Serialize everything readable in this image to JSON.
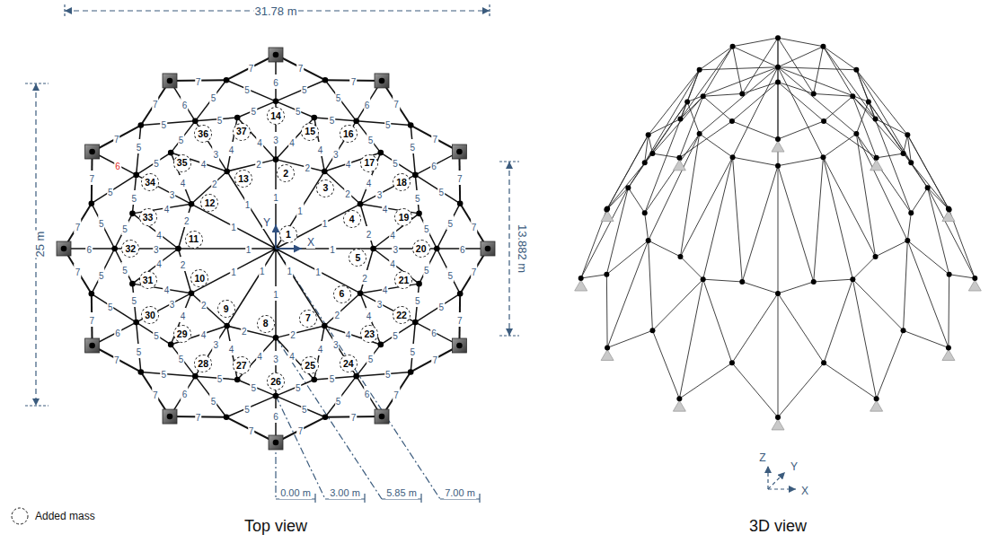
{
  "diagram": {
    "labels": [
      "1",
      "2",
      "3",
      "4",
      "5",
      "6",
      "7",
      "8",
      "9",
      "10",
      "11",
      "12",
      "13",
      "14",
      "15",
      "16",
      "17",
      "18",
      "19",
      "20",
      "21",
      "22",
      "23",
      "24",
      "25",
      "26",
      "27",
      "28",
      "29",
      "30",
      "31",
      "32",
      "33",
      "34",
      "35",
      "36",
      "37",
      "1",
      "1",
      "1",
      "1",
      "1",
      "1",
      "1",
      "1",
      "1",
      "1",
      "1",
      "1",
      "2",
      "2",
      "2",
      "2",
      "2",
      "2",
      "2",
      "2",
      "2",
      "2",
      "2",
      "2",
      "3",
      "3",
      "3",
      "3",
      "3",
      "3",
      "3",
      "3",
      "3",
      "3",
      "3",
      "3",
      "4",
      "4",
      "4",
      "4",
      "4",
      "4",
      "4",
      "4",
      "4",
      "4",
      "4",
      "4",
      "4",
      "4",
      "4",
      "4",
      "4",
      "4",
      "4",
      "4",
      "4",
      "4",
      "4",
      "4",
      "5",
      "5",
      "5",
      "5",
      "5",
      "5",
      "5",
      "5",
      "5",
      "5",
      "5",
      "5",
      "5",
      "5",
      "5",
      "5",
      "5",
      "5",
      "5",
      "5",
      "5",
      "5",
      "5",
      "5",
      "5",
      "5",
      "5",
      "5",
      "5",
      "5",
      "5",
      "5",
      "5",
      "5",
      "5",
      "5",
      "5",
      "5",
      "5",
      "5",
      "5",
      "5",
      "5",
      "5",
      "5",
      "5",
      "5",
      "5",
      "6",
      "6",
      "6",
      "6",
      "6",
      "6",
      "6",
      "6",
      "6",
      "6",
      "6",
      "6",
      "7",
      "7",
      "7",
      "7",
      "7",
      "7",
      "7",
      "7",
      "7",
      "7",
      "7",
      "7",
      "7",
      "7",
      "7",
      "7",
      "7",
      "7",
      "7",
      "7",
      "7",
      "7",
      "7",
      "7",
      "31.78 m",
      "25 m",
      "13.882 m",
      "0.00 m",
      "3.00 m",
      "5.85 m",
      "7.00 m",
      "X",
      "Y",
      "Z",
      "Y",
      "X",
      "Top view",
      "3D view"
    ],
    "legend": [
      {
        "text": "Added mass"
      }
    ]
  }
}
